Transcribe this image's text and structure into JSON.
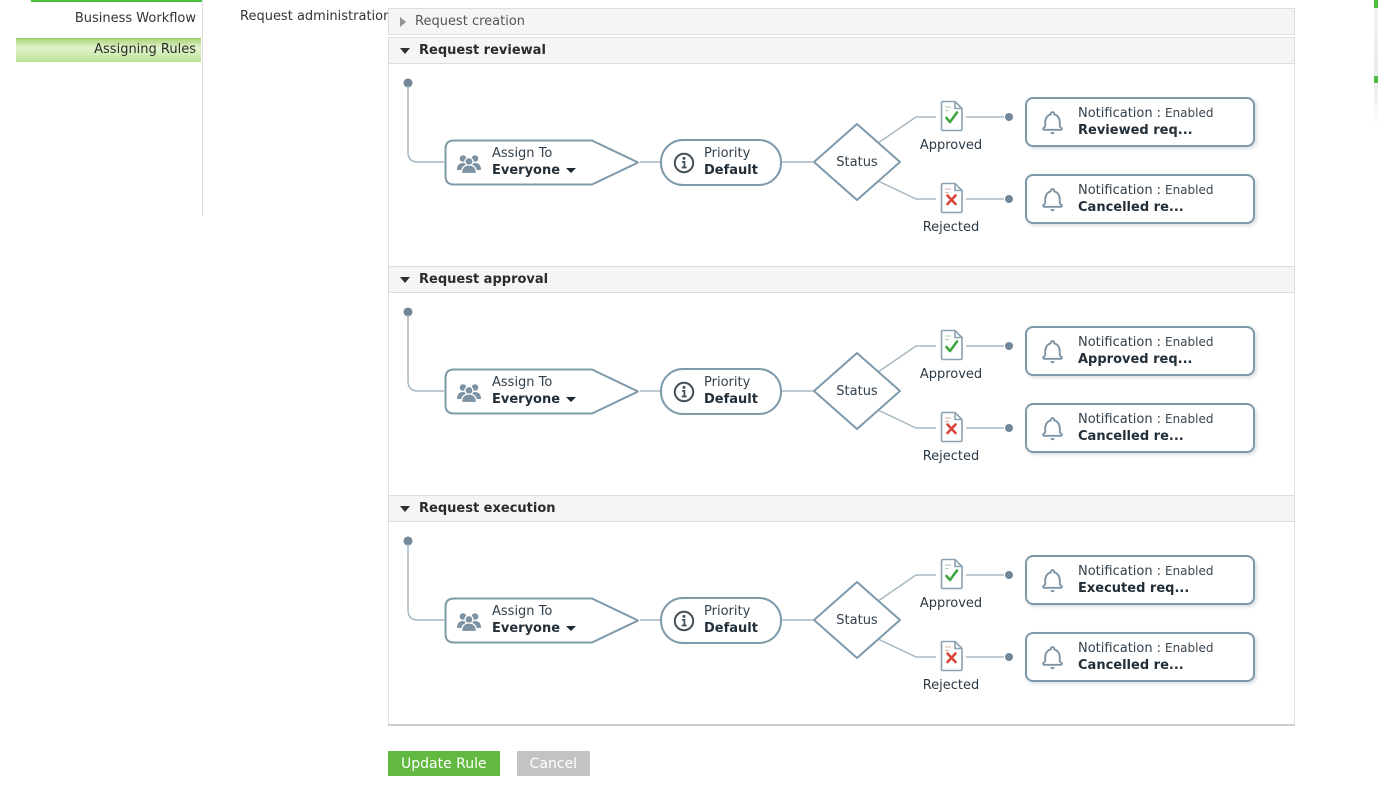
{
  "sidebar": {
    "items": [
      {
        "label": "Business Workflow",
        "active": false
      },
      {
        "label": "Assigning Rules",
        "active": true
      }
    ]
  },
  "page": {
    "title": "Request administration"
  },
  "accordion": {
    "collapsed": {
      "label": "Request creation"
    },
    "sections": [
      {
        "label": "Request reviewal",
        "assign": {
          "label": "Assign To",
          "value": "Everyone"
        },
        "priority": {
          "label": "Priority",
          "value": "Default"
        },
        "status": {
          "label": "Status"
        },
        "branches": [
          {
            "outcome": "Approved",
            "label": "Notification",
            "sep": ":",
            "state": "Enabled",
            "template": "Reviewed req..."
          },
          {
            "outcome": "Rejected",
            "label": "Notification",
            "sep": ":",
            "state": "Enabled",
            "template": "Cancelled re..."
          }
        ]
      },
      {
        "label": "Request approval",
        "assign": {
          "label": "Assign To",
          "value": "Everyone"
        },
        "priority": {
          "label": "Priority",
          "value": "Default"
        },
        "status": {
          "label": "Status"
        },
        "branches": [
          {
            "outcome": "Approved",
            "label": "Notification",
            "sep": ":",
            "state": "Enabled",
            "template": "Approved req..."
          },
          {
            "outcome": "Rejected",
            "label": "Notification",
            "sep": ":",
            "state": "Enabled",
            "template": "Cancelled re..."
          }
        ]
      },
      {
        "label": "Request execution",
        "assign": {
          "label": "Assign To",
          "value": "Everyone"
        },
        "priority": {
          "label": "Priority",
          "value": "Default"
        },
        "status": {
          "label": "Status"
        },
        "branches": [
          {
            "outcome": "Approved",
            "label": "Notification",
            "sep": ":",
            "state": "Enabled",
            "template": "Executed req..."
          },
          {
            "outcome": "Rejected",
            "label": "Notification",
            "sep": ":",
            "state": "Enabled",
            "template": "Cancelled re..."
          }
        ]
      }
    ]
  },
  "footer": {
    "update": "Update Rule",
    "cancel": "Cancel"
  },
  "colors": {
    "accent_green": "#61ba3f",
    "cancel_gray": "#c3c3c3",
    "flow_border": "#7e99aa",
    "connector_line": "#a7b8c2",
    "approved_check": "#3ea63e",
    "rejected_cross": "#d9453a",
    "sidebar_highlight": "#cdeaa5",
    "header_bg": "#f5f5f5"
  }
}
